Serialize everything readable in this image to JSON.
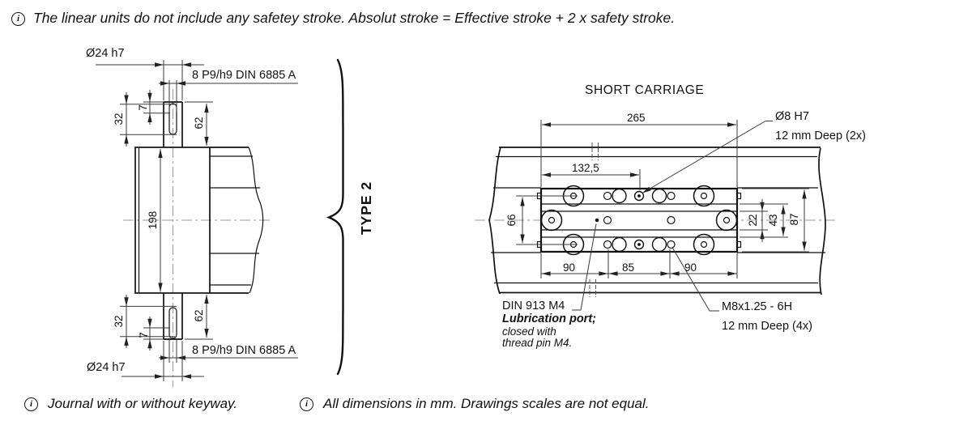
{
  "info_icon_glyph": "i",
  "top_note": {
    "text": "The linear units do not include any safetey stroke. Absolut stroke = Effective stroke + 2 x safety stroke."
  },
  "footer_notes": [
    {
      "text": "Journal with or without keyway."
    },
    {
      "text": "All dimensions in mm. Drawings scales are not equal."
    }
  ],
  "left_view": {
    "brace_label": "TYPE 2",
    "dims": {
      "shaft_dia_top": "Ø24 h7",
      "keyway_top": "8 P9/h9 DIN 6885 A",
      "keyway_offset_top": "7",
      "keyway_length_top": "32",
      "shaft_length_top": "62",
      "body_length": "198",
      "keyway_length_bottom": "32",
      "keyway_offset_bottom": "7",
      "shaft_length_bottom": "62",
      "keyway_bottom": "8 P9/h9 DIN 6885 A",
      "shaft_dia_bottom": "Ø24 h7"
    }
  },
  "right_view": {
    "title": "SHORT CARRIAGE",
    "dims": {
      "carriage_length": "265",
      "hole_offset": "132,5",
      "hole_row_spacing": "66",
      "pitch_left": "90",
      "pitch_center": "85",
      "pitch_right": "90",
      "groove_inner": "22",
      "groove_outer": "43",
      "carriage_width": "87"
    },
    "labels": {
      "dowel_dia": "Ø8 H7",
      "dowel_depth": "12 mm Deep (2x)",
      "lube_standard": "DIN 913 M4",
      "lube_line1": "Lubrication port;",
      "lube_line2": "closed with",
      "lube_line3": "thread pin M4.",
      "thread_spec": "M8x1.25 - 6H",
      "thread_depth": "12 mm Deep (4x)"
    }
  }
}
